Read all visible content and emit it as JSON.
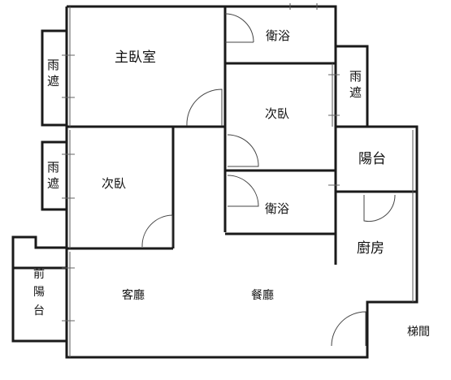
{
  "rooms": {
    "master_bedroom": "主臥室",
    "bath_top": "衛浴",
    "bath_middle": "衛浴",
    "bedroom_right": "次臥",
    "bedroom_left": "次臥",
    "balcony": "陽台",
    "kitchen": "廚房",
    "living_room": "客廳",
    "dining_room": "餐廳",
    "front_balcony": "前陽台",
    "stairwell": "梯間",
    "canopy_top_left": "雨遮",
    "canopy_mid_left": "雨遮",
    "canopy_top_right": "雨遮"
  },
  "colors": {
    "wall": "#1a1a1a",
    "background": "#ffffff"
  }
}
